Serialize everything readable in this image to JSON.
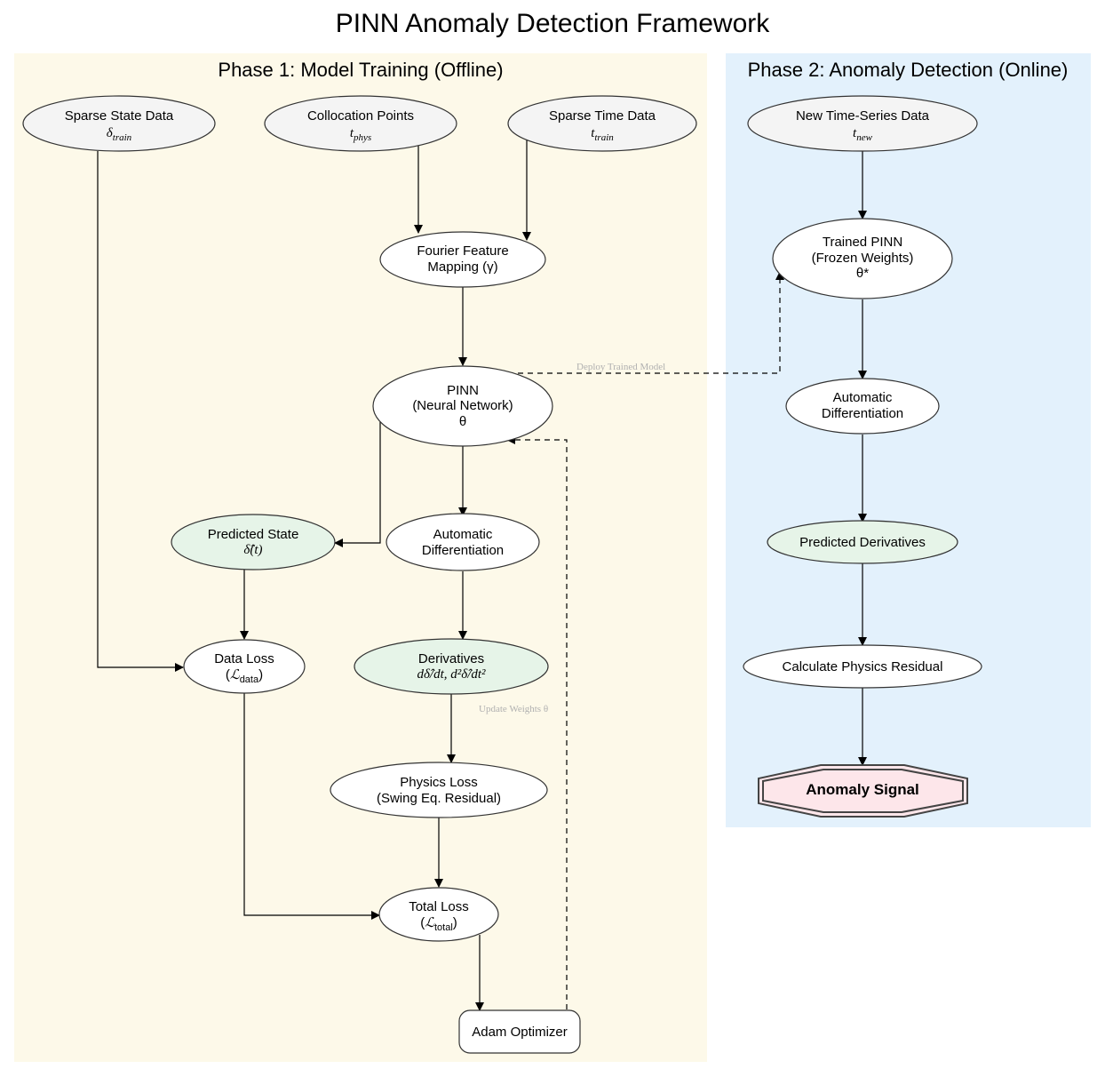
{
  "title": "PINN Anomaly Detection Framework",
  "phase1": {
    "title": "Phase 1: Model Training (Offline)",
    "sparse_state": {
      "line1": "Sparse State Data",
      "line2": "δ",
      "line2_sub": "train"
    },
    "collocation": {
      "line1": "Collocation Points",
      "line2": "t",
      "line2_sub": "phys"
    },
    "sparse_time": {
      "line1": "Sparse Time Data",
      "line2": "t",
      "line2_sub": "train"
    },
    "fourier": {
      "line1": "Fourier Feature",
      "line2": "Mapping (γ)"
    },
    "pinn": {
      "line1": "PINN",
      "line2": "(Neural Network)",
      "line3": "θ"
    },
    "predicted_state": {
      "line1": "Predicted State",
      "line2": "δ̂(t)"
    },
    "auto_diff": {
      "line1": "Automatic",
      "line2": "Differentiation"
    },
    "data_loss": {
      "line1": "Data Loss",
      "line2_open": "(",
      "line2_symbol": "ℒ",
      "line2_sub": "data",
      "line2_close": ")"
    },
    "derivatives": {
      "line1": "Derivatives",
      "line2": "dδ̂/dt, d²δ̂/dt²"
    },
    "physics_loss": {
      "line1": "Physics Loss",
      "line2": "(Swing Eq. Residual)"
    },
    "total_loss": {
      "line1": "Total Loss",
      "line2_open": "(",
      "line2_symbol": "ℒ",
      "line2_sub": "total",
      "line2_close": ")"
    },
    "adam": {
      "label": "Adam Optimizer"
    },
    "update_label": "Update Weights θ"
  },
  "phase2": {
    "title": "Phase 2: Anomaly Detection (Online)",
    "new_data": {
      "line1": "New Time-Series Data",
      "line2": "t",
      "line2_sub": "new"
    },
    "trained_pinn": {
      "line1": "Trained PINN",
      "line2": "(Frozen Weights)",
      "line3": "θ*"
    },
    "auto_diff": {
      "line1": "Automatic",
      "line2": "Differentiation"
    },
    "pred_derivs": {
      "label": "Predicted Derivatives"
    },
    "residual": {
      "label": "Calculate Physics Residual"
    },
    "signal": {
      "label": "Anomaly Signal"
    }
  },
  "deploy_label": "Deploy Trained Model",
  "colors": {
    "phase1_bg": "#fdf9e9",
    "phase2_bg": "#e3f1fc",
    "input_node": "#f4f4f4",
    "output_node": "#e6f4e8",
    "signal_fill": "#fde6ea",
    "stroke": "#333333"
  }
}
